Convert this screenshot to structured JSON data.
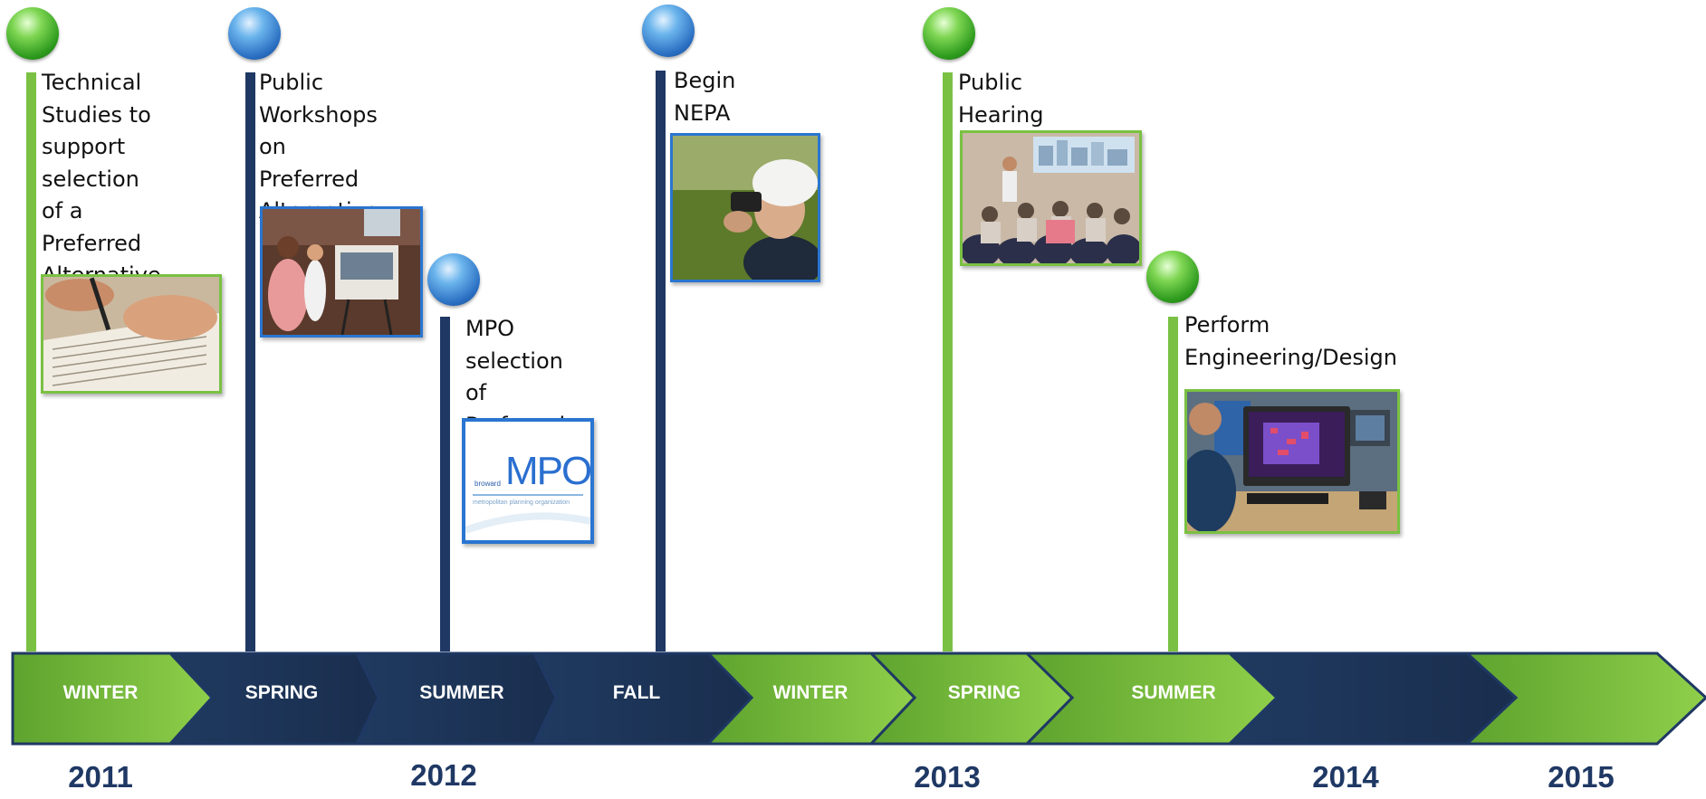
{
  "milestones": [
    {
      "text": "Technical\nStudies to\nsupport\nselection of a\nPreferred\nAlternative",
      "marker": "green",
      "image": "signing-document-photo"
    },
    {
      "text": "Public\nWorkshops on\nPreferred\nAlternative",
      "marker": "blue",
      "image": "public-workshop-photo"
    },
    {
      "text": "MPO selection\nof Preferred\nAlternative",
      "marker": "blue",
      "image": "broward-mpo-logo"
    },
    {
      "text": "Begin NEPA\nStudies",
      "marker": "blue",
      "image": "surveyor-photo"
    },
    {
      "text": "Public\nHearing",
      "marker": "green",
      "image": "public-hearing-photo"
    },
    {
      "text": "Perform\nEngineering/Design",
      "marker": "green",
      "image": "engineer-workstation-photo"
    }
  ],
  "logo": {
    "small": "broward",
    "big": "MPO",
    "sub": "metropolitan planning organization"
  },
  "timeline": {
    "segments": [
      "WINTER",
      "SPRING",
      "SUMMER",
      "FALL",
      "WINTER",
      "SPRING",
      "SUMMER",
      "",
      ""
    ],
    "years": [
      "2011",
      "2012",
      "2013",
      "2014",
      "2015"
    ]
  },
  "colors": {
    "green": "#7ac143",
    "navy": "#1f3864",
    "blue_marker": "#2a75d0"
  }
}
